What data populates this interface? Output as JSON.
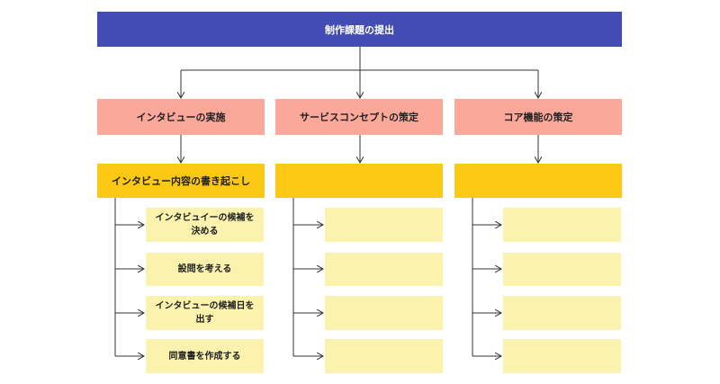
{
  "root": {
    "label": "制作課題の提出"
  },
  "columns": [
    {
      "phase_label": "インタビューの実施",
      "task_label": "インタビュー内容の書き起こし",
      "subtasks": [
        "インタビュイーの候補を\n決める",
        "設問を考える",
        "インタビューの候補日を\n出す",
        "同意書を作成する"
      ]
    },
    {
      "phase_label": "サービスコンセプトの策定",
      "task_label": "",
      "subtasks": [
        "",
        "",
        "",
        ""
      ]
    },
    {
      "phase_label": "コア機能の策定",
      "task_label": "",
      "subtasks": [
        "",
        "",
        "",
        ""
      ]
    }
  ],
  "colors": {
    "root": "#434bb5",
    "phase": "#fba89b",
    "task": "#fbc814",
    "subtask": "#fbf2ae"
  }
}
